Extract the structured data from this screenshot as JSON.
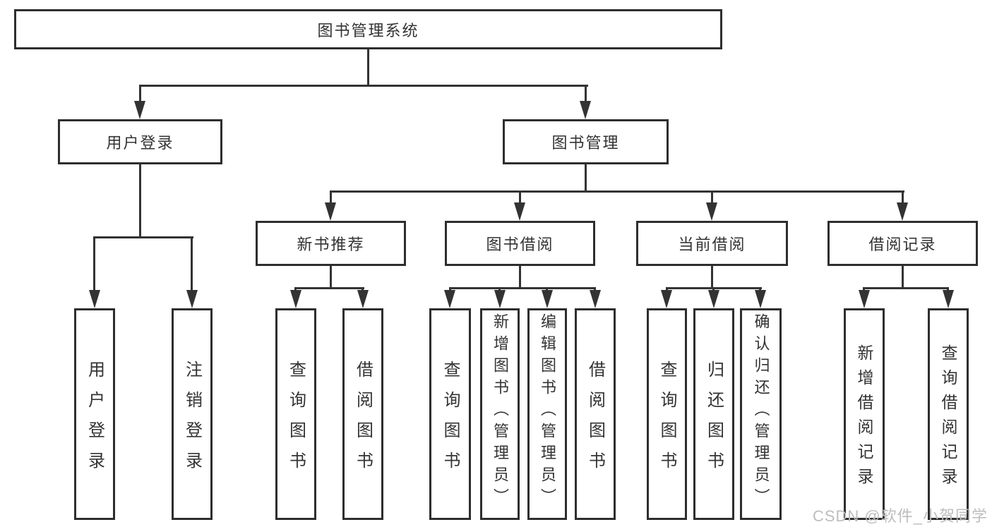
{
  "tree": {
    "root": {
      "label": "图书管理系统"
    },
    "branches": [
      {
        "label": "用户登录",
        "children": [
          {
            "label": "用户登录"
          },
          {
            "label": "注销登录"
          }
        ]
      },
      {
        "label": "图书管理",
        "children": [
          {
            "label": "新书推荐",
            "children": [
              {
                "label": "查询图书"
              },
              {
                "label": "借阅图书"
              }
            ]
          },
          {
            "label": "图书借阅",
            "children": [
              {
                "label": "查询图书"
              },
              {
                "label": "新增图书（管理员）"
              },
              {
                "label": "编辑图书（管理员）"
              },
              {
                "label": "借阅图书"
              }
            ]
          },
          {
            "label": "当前借阅",
            "children": [
              {
                "label": "查询图书"
              },
              {
                "label": "归还图书"
              },
              {
                "label": "确认归还（管理员）"
              }
            ]
          },
          {
            "label": "借阅记录",
            "children": [
              {
                "label": "新增借阅记录"
              },
              {
                "label": "查询借阅记录"
              }
            ]
          }
        ]
      }
    ]
  },
  "watermark": {
    "text": "CSDN @软件_小贺同学"
  },
  "colors": {
    "line": "#333333",
    "box_border": "#2e2e2e",
    "text": "#333333",
    "watermark": "#bdbdbd",
    "background": "#ffffff"
  }
}
